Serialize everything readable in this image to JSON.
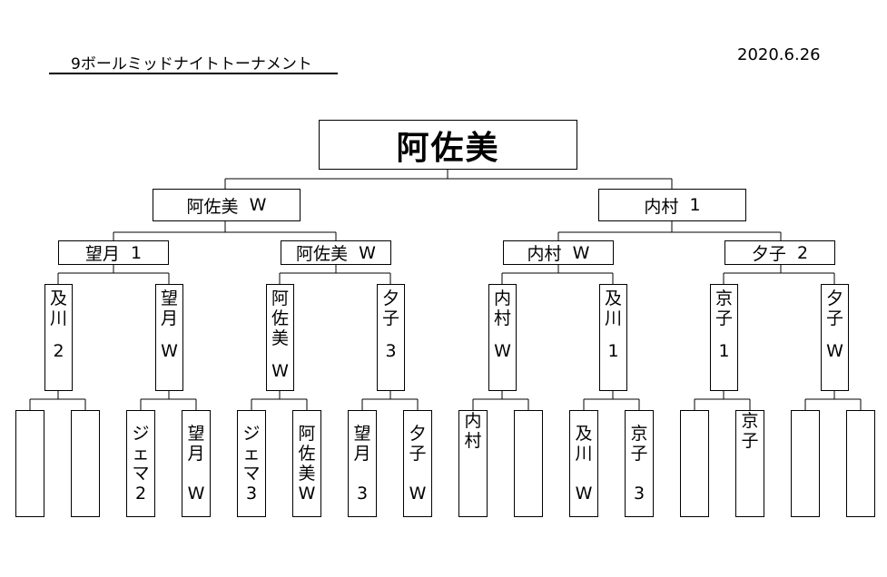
{
  "header": {
    "title": "9ボールミッドナイトトーナメント",
    "date": "2020.6.26"
  },
  "champion": "阿佐美",
  "semifinal": {
    "left": {
      "name": "阿佐美",
      "score": "W"
    },
    "right": {
      "name": "内村",
      "score": "1"
    }
  },
  "quarterfinal": [
    {
      "name": "望月",
      "score": "1"
    },
    {
      "name": "阿佐美",
      "score": "W"
    },
    {
      "name": "内村",
      "score": "W"
    },
    {
      "name": "夕子",
      "score": "2"
    }
  ],
  "round2": [
    {
      "name": "及川",
      "score": "2"
    },
    {
      "name": "望月",
      "score": "W"
    },
    {
      "name": "阿佐美",
      "score": "W"
    },
    {
      "name": "夕子",
      "score": "3"
    },
    {
      "name": "内村",
      "score": "W"
    },
    {
      "name": "及川",
      "score": "1"
    },
    {
      "name": "京子",
      "score": "1"
    },
    {
      "name": "夕子",
      "score": "W"
    }
  ],
  "round1": [
    {
      "name": "",
      "score": ""
    },
    {
      "name": "",
      "score": ""
    },
    {
      "name": "ジェマ",
      "score": "2"
    },
    {
      "name": "望月",
      "score": "W"
    },
    {
      "name": "ジェマ",
      "score": "3"
    },
    {
      "name": "阿佐美",
      "score": "W"
    },
    {
      "name": "望月",
      "score": "3"
    },
    {
      "name": "夕子",
      "score": "W"
    },
    {
      "name": "内村",
      "score": ""
    },
    {
      "name": "",
      "score": ""
    },
    {
      "name": "及川",
      "score": "W"
    },
    {
      "name": "京子",
      "score": "3"
    },
    {
      "name": "",
      "score": ""
    },
    {
      "name": "京子",
      "score": ""
    },
    {
      "name": "",
      "score": ""
    },
    {
      "name": "",
      "score": ""
    }
  ]
}
